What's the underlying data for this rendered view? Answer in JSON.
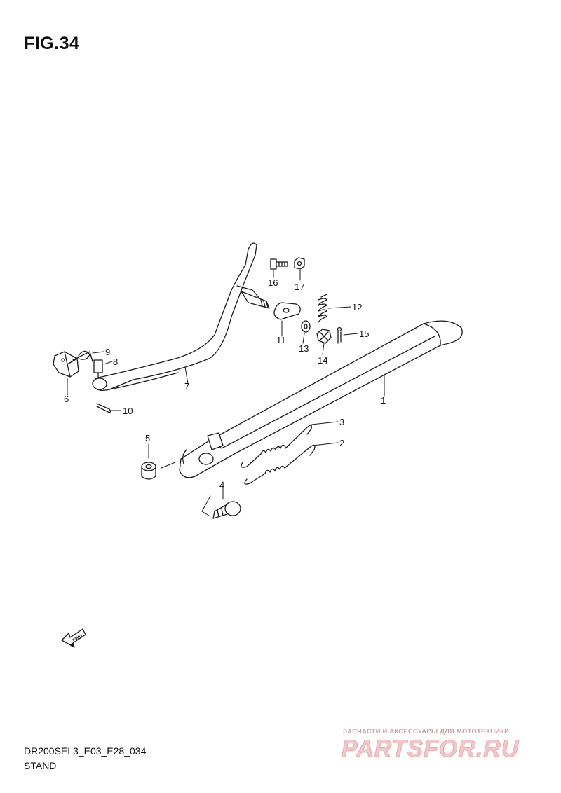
{
  "figure": {
    "title": "FIG.34",
    "code": "DR200SEL3_E03_E28_034",
    "name": "STAND"
  },
  "callouts": [
    {
      "id": "1",
      "part": "side-stand"
    },
    {
      "id": "2",
      "part": "spring"
    },
    {
      "id": "3",
      "part": "spring"
    },
    {
      "id": "4",
      "part": "bolt"
    },
    {
      "id": "5",
      "part": "collar"
    },
    {
      "id": "6",
      "part": "bracket"
    },
    {
      "id": "7",
      "part": "brake-pedal"
    },
    {
      "id": "8",
      "part": "pin"
    },
    {
      "id": "9",
      "part": "clip"
    },
    {
      "id": "10",
      "part": "cotter-pin"
    },
    {
      "id": "11",
      "part": "plate"
    },
    {
      "id": "12",
      "part": "spring"
    },
    {
      "id": "13",
      "part": "washer"
    },
    {
      "id": "14",
      "part": "nut"
    },
    {
      "id": "15",
      "part": "cotter-pin"
    },
    {
      "id": "16",
      "part": "bolt"
    },
    {
      "id": "17",
      "part": "nut"
    }
  ],
  "direction_marker": {
    "label": "FWD",
    "icon": "forward-arrow-icon"
  },
  "watermark": {
    "tagline": "ЗАПЧАСТИ И АКСЕССУАРЫ ДЛЯ МОТОТЕХНИКИ",
    "brand": "PARTSFOR.RU",
    "color": "#f1c8cc"
  }
}
